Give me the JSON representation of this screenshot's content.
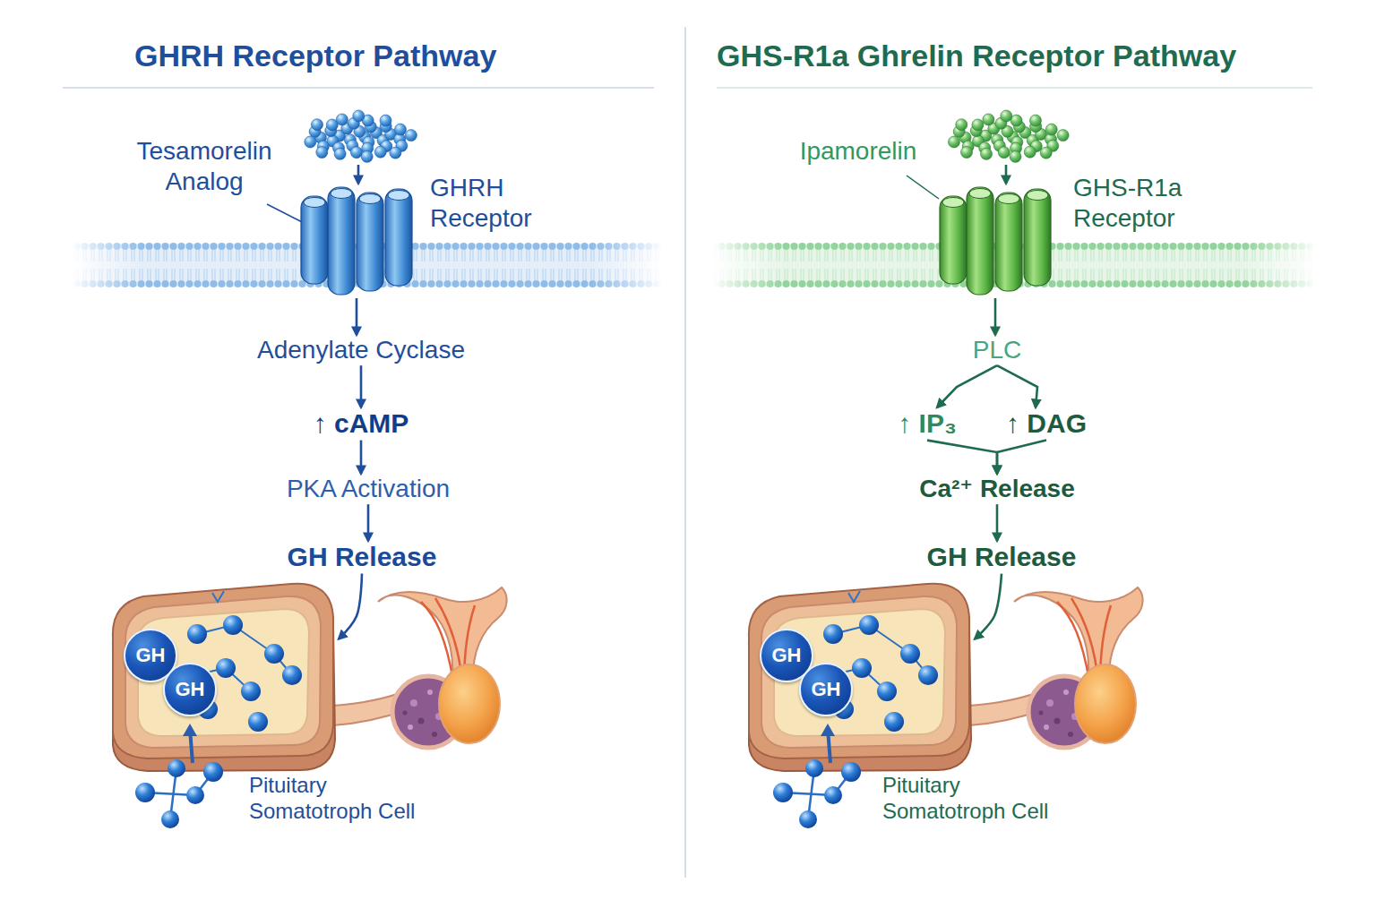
{
  "diagram": {
    "nodes": [
      {
        "text": [
          "Tesamorelin Analog"
        ]
      },
      {
        "text": [
          "GHRH Receptor"
        ]
      },
      {
        "text": [
          "Adenylate Cyclase"
        ]
      },
      {
        "text": [
          "↑ cAMP"
        ]
      },
      {
        "text": [
          "PKA Activation"
        ]
      },
      {
        "text": [
          "GH Release"
        ]
      },
      {
        "text": [
          "Pituitary Somatotroph Cell"
        ]
      },
      {
        "text": [
          "GH"
        ],
        "in": 6
      },
      {
        "text": [
          "GH"
        ],
        "in": 6
      },
      {
        "text": [
          "Ipamorelin"
        ]
      },
      {
        "text": [
          "GHS-R1a Receptor"
        ]
      },
      {
        "text": [
          "PLC"
        ]
      },
      {
        "text": [
          "↑ IP₃"
        ]
      },
      {
        "text": [
          "↑ DAG"
        ]
      },
      {
        "text": [
          "Ca²⁺ Release"
        ]
      },
      {
        "text": [
          "GH Release"
        ]
      },
      {
        "text": [
          "Pituitary Somatotroph Cell"
        ]
      },
      {
        "text": [
          "GH"
        ],
        "in": 16
      },
      {
        "text": [
          "GH"
        ],
        "in": 16
      }
    ],
    "edges": [
      {
        "from": 0,
        "to": 1,
        "arrow": "to"
      },
      {
        "from": 1,
        "to": 2,
        "arrow": "to"
      },
      {
        "from": 2,
        "to": 3,
        "arrow": "to"
      },
      {
        "from": 3,
        "to": 4,
        "arrow": "to"
      },
      {
        "from": 4,
        "to": 5,
        "arrow": "to"
      },
      {
        "from": 5,
        "to": 6,
        "arrow": "to"
      },
      {
        "from": 9,
        "to": 10,
        "arrow": "to"
      },
      {
        "from": 10,
        "to": 11,
        "arrow": "to"
      },
      {
        "from": 11,
        "to": 12,
        "arrow": "to"
      },
      {
        "from": 11,
        "to": 13,
        "arrow": "to"
      },
      {
        "from": 12,
        "to": 14,
        "arrow": "to"
      },
      {
        "from": 13,
        "to": 14,
        "arrow": "to"
      },
      {
        "from": 14,
        "to": 15,
        "arrow": "to"
      },
      {
        "from": 15,
        "to": 16,
        "arrow": "to"
      }
    ],
    "labels": [
      "GHRH Receptor Pathway",
      "GHS-R1a Ghrelin Receptor Pathway"
    ]
  }
}
